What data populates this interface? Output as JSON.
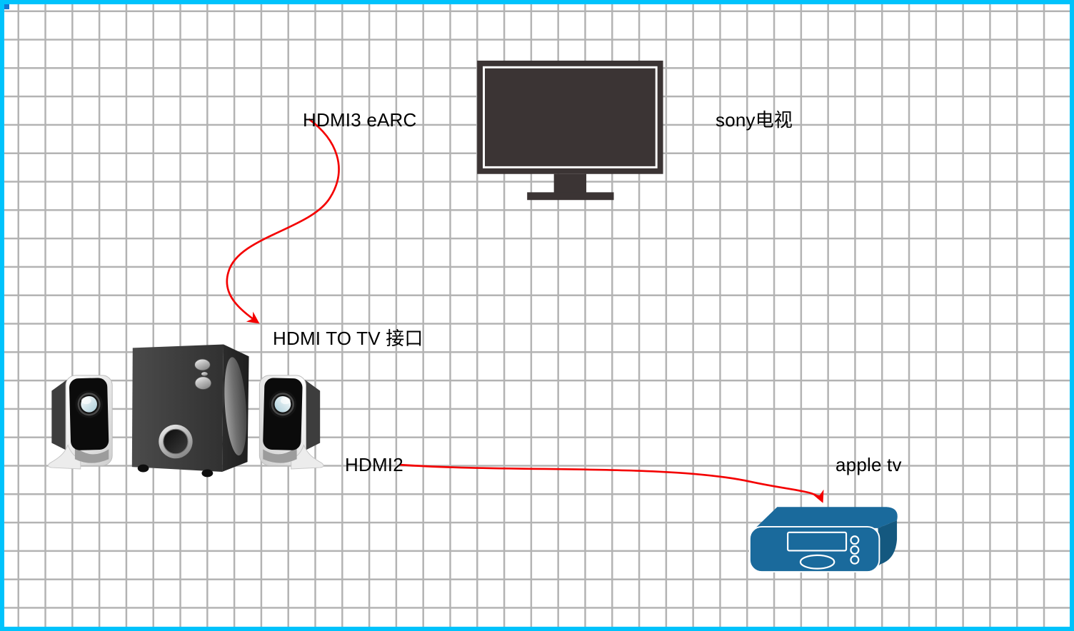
{
  "diagram": {
    "type": "device-connection-diagram",
    "canvas": {
      "background_color": "#ffffff",
      "grid_color": "#b3b3b3",
      "border_color": "#00c3fc"
    },
    "labels": {
      "hdmi3_earc": "HDMI3 eARC",
      "sony_tv": "sony电视",
      "hdmi_to_tv_port": "HDMI TO TV 接口",
      "hdmi2": "HDMI2",
      "apple_tv": "apple tv"
    },
    "nodes": [
      {
        "name": "sony-tv-monitor",
        "icon": "tv-icon",
        "label": "sony电视",
        "color": "#3b3434"
      },
      {
        "name": "speaker-system",
        "icon": "speakers-2.1-icon",
        "label": "HDMI TO TV 接口",
        "color": "#3f3f3f"
      },
      {
        "name": "apple-tv-box",
        "icon": "set-top-box-icon",
        "label": "apple tv",
        "color": "#1a6a9c"
      }
    ],
    "connectors": [
      {
        "name": "hdmi3-earc-cable",
        "label": "HDMI3 eARC",
        "color": "#f40000",
        "style": "curved-arrow"
      },
      {
        "name": "hdmi2-cable",
        "label": "HDMI2",
        "color": "#f40000",
        "style": "curved-arrow"
      }
    ]
  }
}
